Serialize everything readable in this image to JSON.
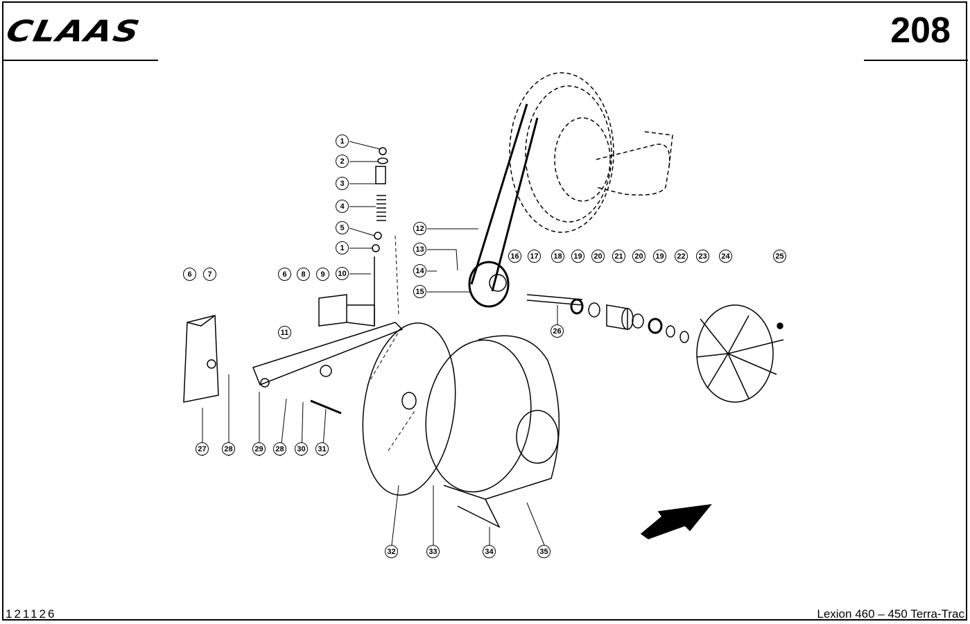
{
  "header": {
    "brand": "CLAAS",
    "page_number": "208"
  },
  "footer": {
    "document_number": "121126",
    "model": "Lexion 460 – 450 Terra-Trac"
  },
  "callouts": [
    "1",
    "2",
    "3",
    "4",
    "5",
    "1",
    "10",
    "6",
    "7",
    "6",
    "8",
    "9",
    "11",
    "12",
    "13",
    "14",
    "15",
    "16",
    "17",
    "18",
    "19",
    "20",
    "21",
    "20",
    "19",
    "22",
    "23",
    "24",
    "25",
    "26",
    "27",
    "28",
    "29",
    "28",
    "30",
    "31",
    "32",
    "33",
    "34",
    "35"
  ]
}
